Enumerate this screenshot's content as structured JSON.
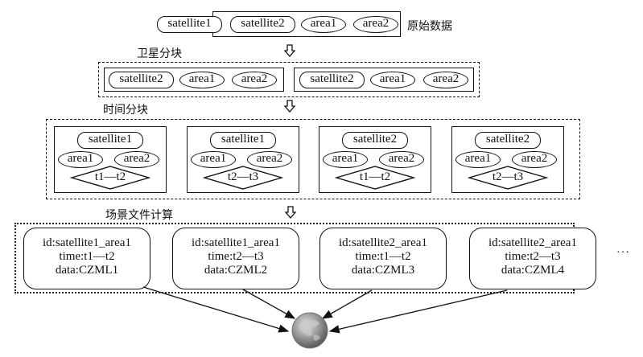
{
  "raw_data": {
    "label": "原始数据",
    "items": [
      {
        "type": "pill",
        "text": "satellite1"
      },
      {
        "type": "pill",
        "text": "satellite2"
      },
      {
        "type": "ellipse",
        "text": "area1"
      },
      {
        "type": "ellipse",
        "text": "area2"
      }
    ]
  },
  "satellite_partition": {
    "label": "卫星分块",
    "groups": [
      {
        "satellite": "satellite2",
        "areas": [
          "area1",
          "area2"
        ]
      },
      {
        "satellite": "satellite2",
        "areas": [
          "area1",
          "area2"
        ]
      }
    ]
  },
  "time_partition": {
    "label": "时间分块",
    "blocks": [
      {
        "satellite": "satellite1",
        "areas": [
          "area1",
          "area2"
        ],
        "time": "t1—t2"
      },
      {
        "satellite": "satellite1",
        "areas": [
          "area1",
          "area2"
        ],
        "time": "t2—t3"
      },
      {
        "satellite": "satellite2",
        "areas": [
          "area1",
          "area2"
        ],
        "time": "t1—t2"
      },
      {
        "satellite": "satellite2",
        "areas": [
          "area1",
          "area2"
        ],
        "time": "t2—t3"
      }
    ]
  },
  "scene_compute": {
    "label": "场景文件计算",
    "files": [
      {
        "id": "id:satellite1_area1",
        "time": "time:t1—t2",
        "data": "data:CZML1"
      },
      {
        "id": "id:satellite1_area1",
        "time": "time:t2—t3",
        "data": "data:CZML2"
      },
      {
        "id": "id:satellite2_area1",
        "time": "time:t1—t2",
        "data": "data:CZML3"
      },
      {
        "id": "id:satellite2_area1",
        "time": "time:t2—t3",
        "data": "data:CZML4"
      }
    ],
    "more": "···"
  },
  "globe": {
    "icon": "globe-icon"
  }
}
